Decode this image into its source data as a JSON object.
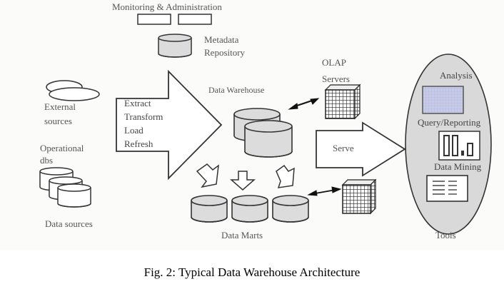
{
  "diagram": {
    "monitoring_label": "Monitoring & Administration",
    "metadata_label_line1": "Metadata",
    "metadata_label_line2": "Repository",
    "external_label_line1": "External",
    "external_label_line2": "sources",
    "operational_label_line1": "Operational",
    "operational_label_line2": "dbs",
    "data_sources_label": "Data sources",
    "etl_steps": [
      "Extract",
      "Transform",
      "Load",
      "Refresh"
    ],
    "data_warehouse_label": "Data Warehouse",
    "olap_label_line1": "OLAP",
    "olap_label_line2": "Servers",
    "serve_label": "Serve",
    "data_marts_label": "Data Marts",
    "tools": {
      "analysis_label": "Analysis",
      "query_label": "Query/Reporting",
      "mining_label": "Data Mining",
      "tools_label": "Tools"
    }
  },
  "colors": {
    "stroke": "#2a2a2a",
    "cylinder_fill": "#dcdcdc",
    "tools_fill": "#d9d9d9",
    "analysis_fill": "#c9cde8"
  },
  "caption": "Fig. 2: Typical Data Warehouse Architecture"
}
